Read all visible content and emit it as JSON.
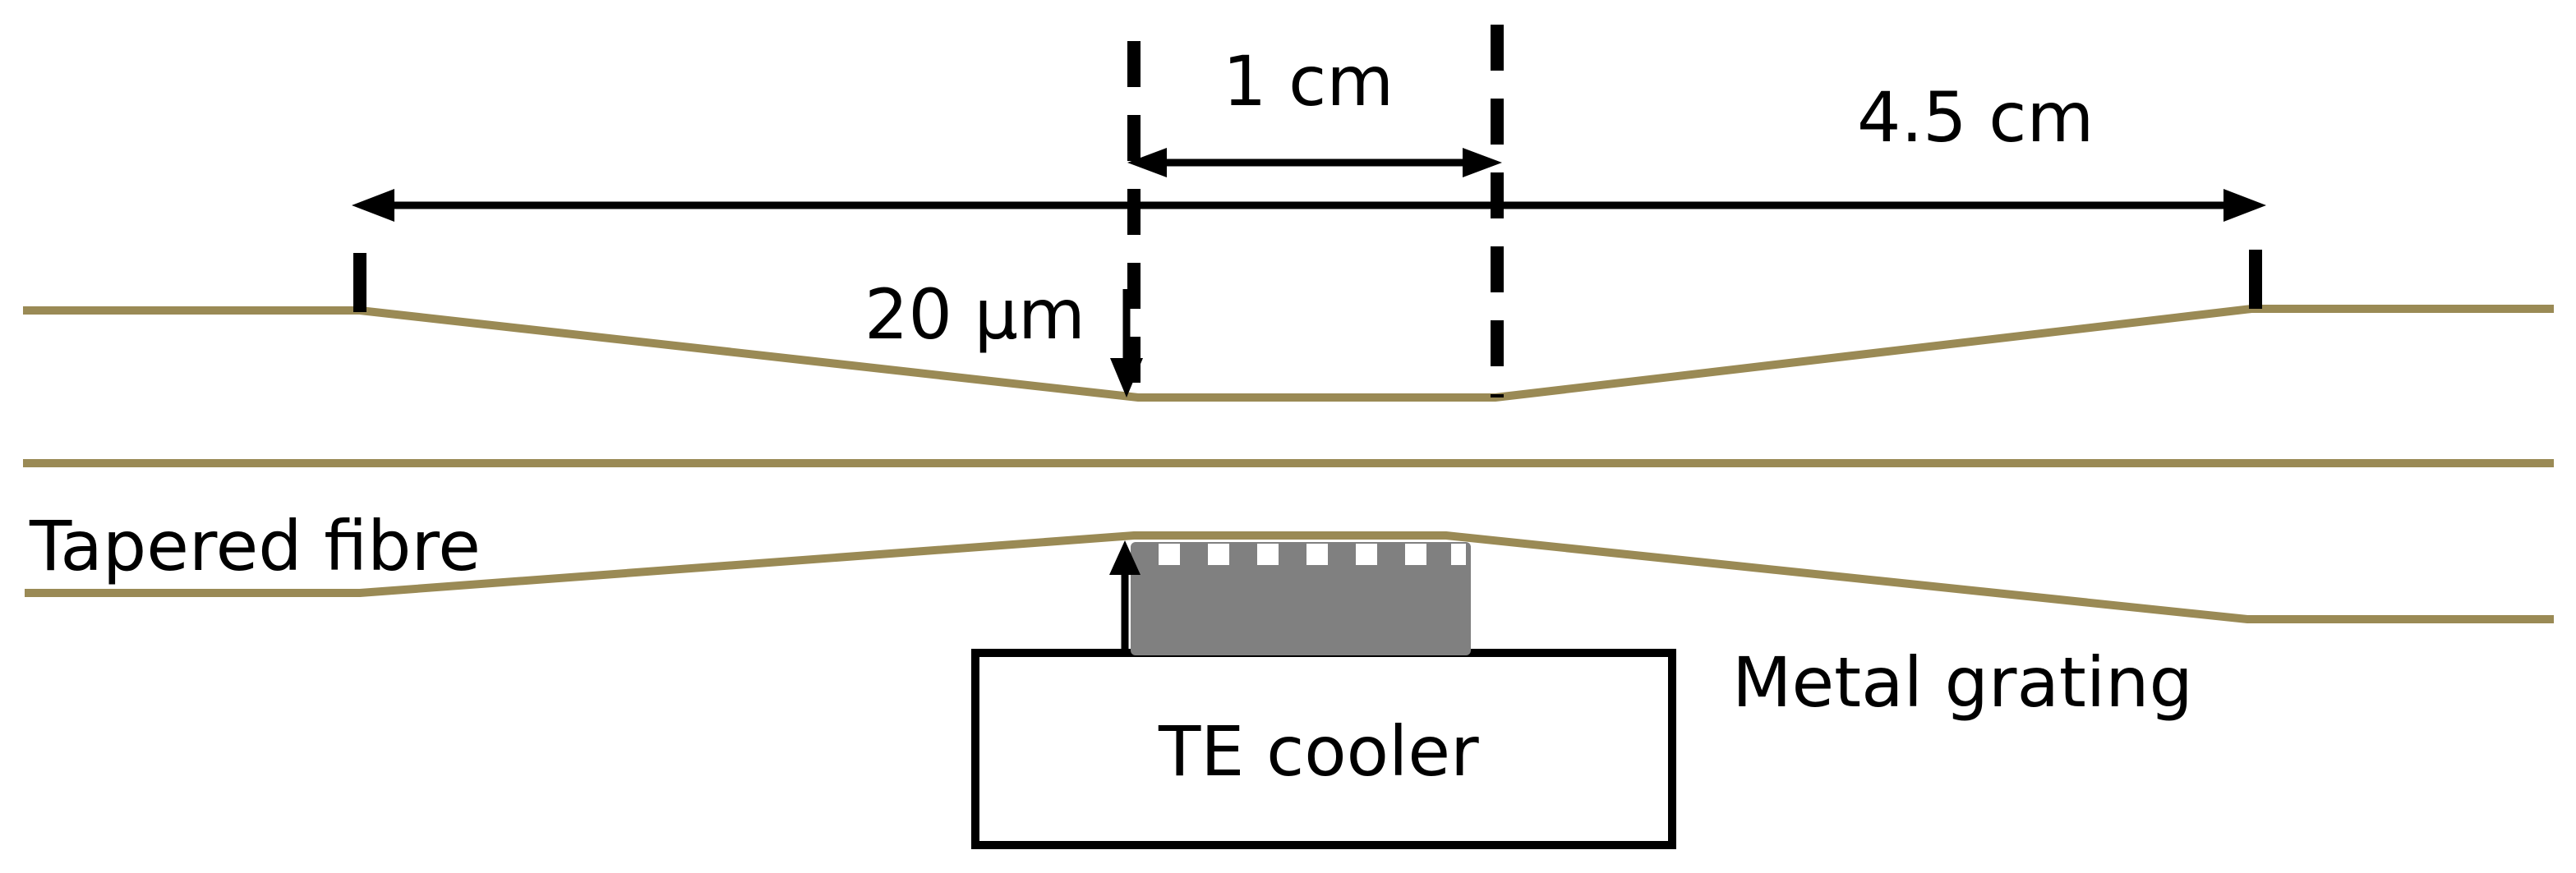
{
  "labels": {
    "one_cm": "1 cm",
    "four_five_cm": "4.5 cm",
    "twenty_um": "20 µm",
    "tapered_fibre": "Tapered fibre",
    "metal_grating": "Metal grating",
    "te_cooler": "TE cooler"
  },
  "colors": {
    "fibre": "#9a8a55",
    "grating": "#808080",
    "line": "#000000",
    "background": "#ffffff"
  }
}
